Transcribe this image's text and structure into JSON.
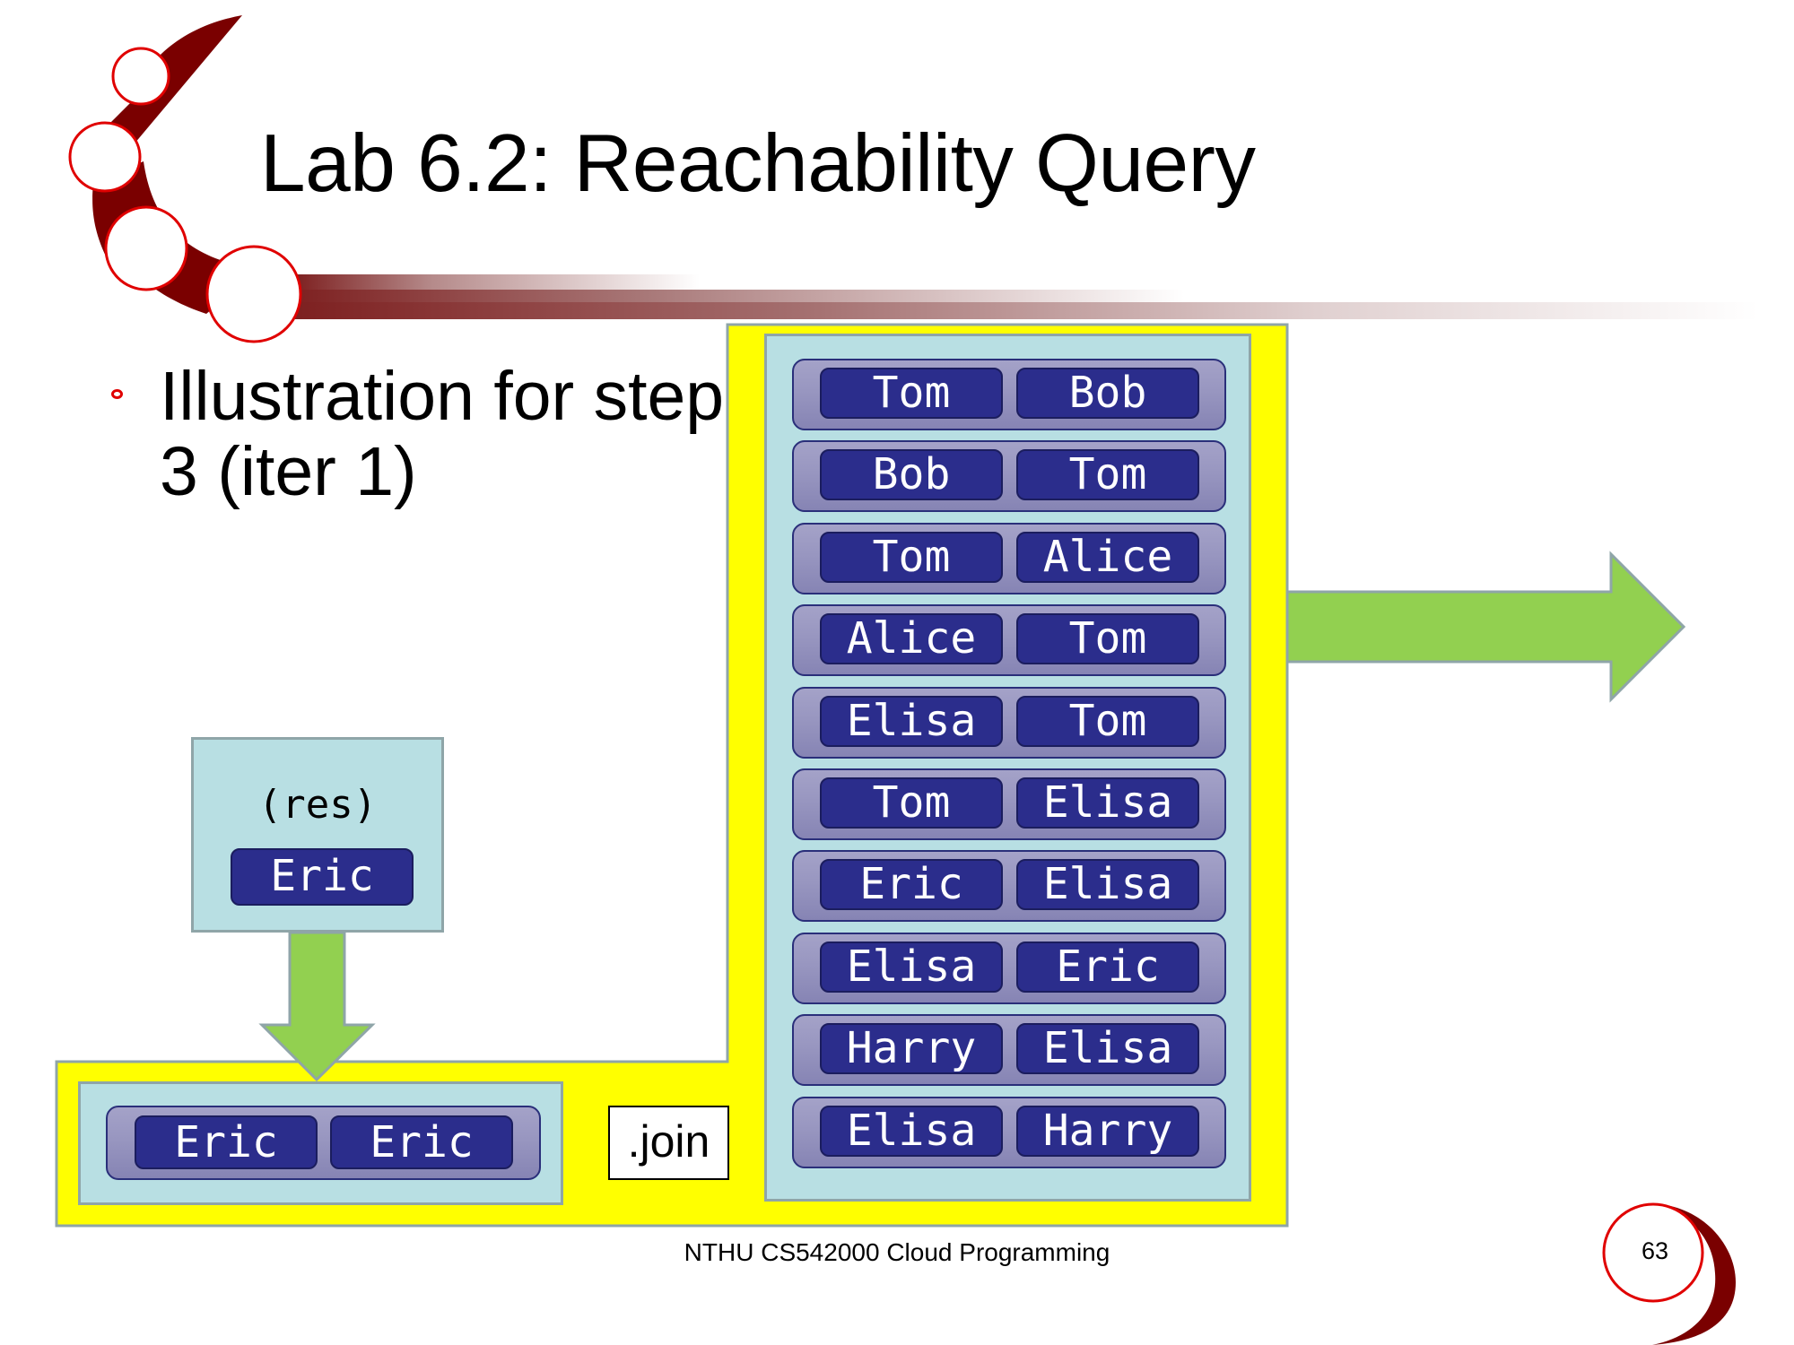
{
  "slide": {
    "title": "Lab 6.2: Reachability Query",
    "bullet": "Illustration for step 3 (iter 1)",
    "footer": "NTHU CS542000 Cloud Programming",
    "page_number": "63"
  },
  "colors": {
    "accent_red": "#e00000",
    "dark_red": "#7a0000",
    "yellow_frame": "#ffff00",
    "panel_fill": "#b8dfe3",
    "name_box": "#2b2d8c",
    "arrow_green": "#92d050"
  },
  "res_box": {
    "label": "(res)",
    "value": "Eric"
  },
  "join_label": ".join",
  "left_pair": [
    "Eric",
    "Eric"
  ],
  "edge_pairs": [
    [
      "Tom",
      "Bob"
    ],
    [
      "Bob",
      "Tom"
    ],
    [
      "Tom",
      "Alice"
    ],
    [
      "Alice",
      "Tom"
    ],
    [
      "Elisa",
      "Tom"
    ],
    [
      "Tom",
      "Elisa"
    ],
    [
      "Eric",
      "Elisa"
    ],
    [
      "Elisa",
      "Eric"
    ],
    [
      "Harry",
      "Elisa"
    ],
    [
      "Elisa",
      "Harry"
    ]
  ],
  "icons": {
    "bullet": "hollow-red-circle-bullet",
    "down_arrow": "block-arrow-down",
    "right_arrow": "block-arrow-right"
  }
}
